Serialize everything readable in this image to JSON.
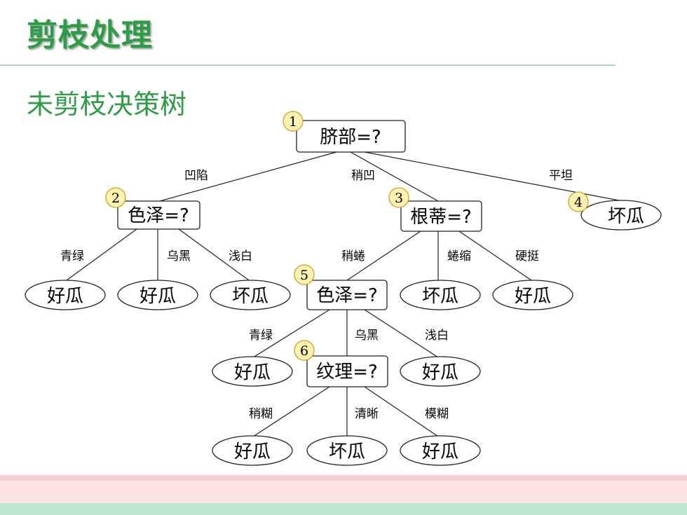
{
  "header": {
    "title": "剪枝处理"
  },
  "subtitle": "未剪枝决策树",
  "nodes": {
    "n1": {
      "num": "1",
      "label": "脐部=?"
    },
    "n2": {
      "num": "2",
      "label": "色泽=?"
    },
    "n3": {
      "num": "3",
      "label": "根蒂=?"
    },
    "n4": {
      "num": "4",
      "label": "坏瓜"
    },
    "n5": {
      "num": "5",
      "label": "色泽=?"
    },
    "n6": {
      "num": "6",
      "label": "纹理=?"
    },
    "l1": {
      "label": "好瓜"
    },
    "l2": {
      "label": "好瓜"
    },
    "l3": {
      "label": "坏瓜"
    },
    "l4": {
      "label": "坏瓜"
    },
    "l5": {
      "label": "好瓜"
    },
    "l6": {
      "label": "好瓜"
    },
    "l7": {
      "label": "好瓜"
    },
    "l8": {
      "label": "好瓜"
    },
    "l9": {
      "label": "坏瓜"
    },
    "l10": {
      "label": "好瓜"
    }
  },
  "edges": {
    "e1": "凹陷",
    "e2": "稍凹",
    "e3": "平坦",
    "e4": "青绿",
    "e5": "乌黑",
    "e6": "浅白",
    "e7": "稍蜷",
    "e8": "蜷缩",
    "e9": "硬挺",
    "e10": "青绿",
    "e11": "乌黑",
    "e12": "浅白",
    "e13": "稍糊",
    "e14": "清晰",
    "e15": "模糊"
  },
  "colors": {
    "title": "#2e9b47",
    "number_badge": "#fdf2b0",
    "number_badge_border": "#c9a227",
    "band_pink": "#fbe3e4",
    "band_green": "#bfe6d1"
  }
}
